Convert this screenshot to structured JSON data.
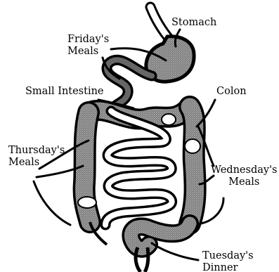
{
  "labels": {
    "stomach": "Stomach",
    "friday": [
      "Friday's",
      "Meals"
    ],
    "small_intestine": "Small Intestine",
    "colon": "Colon",
    "thursday": [
      "Thursday's",
      "Meals"
    ],
    "wednesday": [
      "Wednesday's",
      "Meals"
    ],
    "tuesday": [
      "Tuesday's",
      "Dinner"
    ]
  },
  "colors": {
    "outline": "#000000",
    "organ_fill": "#8c8c8c",
    "background": "#ffffff"
  }
}
